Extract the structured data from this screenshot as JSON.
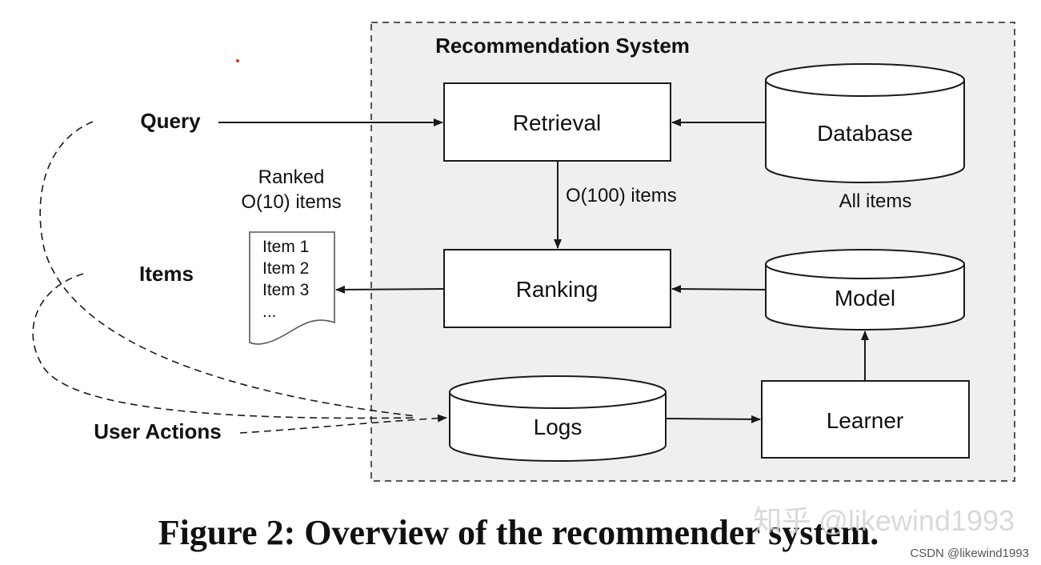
{
  "system_title": "Recommendation System",
  "nodes": {
    "retrieval": "Retrieval",
    "database": "Database",
    "ranking": "Ranking",
    "model": "Model",
    "logs": "Logs",
    "learner": "Learner"
  },
  "inputs": {
    "query": "Query",
    "items": "Items",
    "user_actions": "User Actions"
  },
  "annotations": {
    "o100": "O(100) items",
    "all_items": "All items",
    "ranked_line1": "Ranked",
    "ranked_line2": "O(10) items"
  },
  "item_list": [
    "Item 1",
    "Item 2",
    "Item 3",
    "..."
  ],
  "caption": "Figure 2: Overview of the recommender system.",
  "watermark": {
    "main": "知乎 @likewind1993",
    "small": "CSDN @likewind1993"
  },
  "colors": {
    "system_panel_fill": "#efefef",
    "stroke": "#1a1a1a"
  }
}
